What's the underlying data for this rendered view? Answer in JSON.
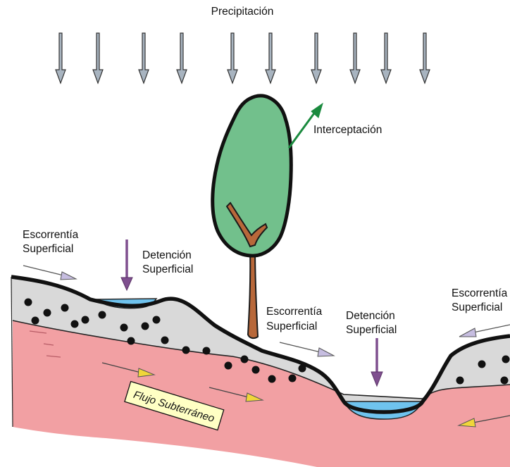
{
  "labels": {
    "precipitation": "Precipitación",
    "interception": "Interceptación",
    "runoff_left_1": "Escorrentía",
    "runoff_left_2": "Superficial",
    "detention_left_1": "Detención",
    "detention_left_2": "Superficial",
    "runoff_mid_1": "Escorrentía",
    "runoff_mid_2": "Superficial",
    "detention_mid_1": "Detención",
    "detention_mid_2": "Superficial",
    "runoff_right_1": "Escorrentía",
    "runoff_right_2": "Superficial",
    "subsurface_flow": "Flujo Subterráneo"
  },
  "colors": {
    "soil_gray": "#d9d9d9",
    "bedrock_pink": "#f2a0a3",
    "water_blue": "#6fc3ee",
    "tree_canopy": "#72c08c",
    "trunk_brown": "#b8683a",
    "rain_arrow": "#a8b4c0",
    "detention_arrow": "#7f4f8f",
    "runoff_arrow": "#c6bde0",
    "interception_arrow": "#1a8a3e",
    "flow_arrow": "#f0d63a",
    "flow_label_bg": "#ffffc4"
  },
  "icons": {
    "rain": "down-arrow",
    "interception": "diagonal-arrow",
    "runoff": "right-arrow",
    "subsurface": "right-arrow"
  }
}
